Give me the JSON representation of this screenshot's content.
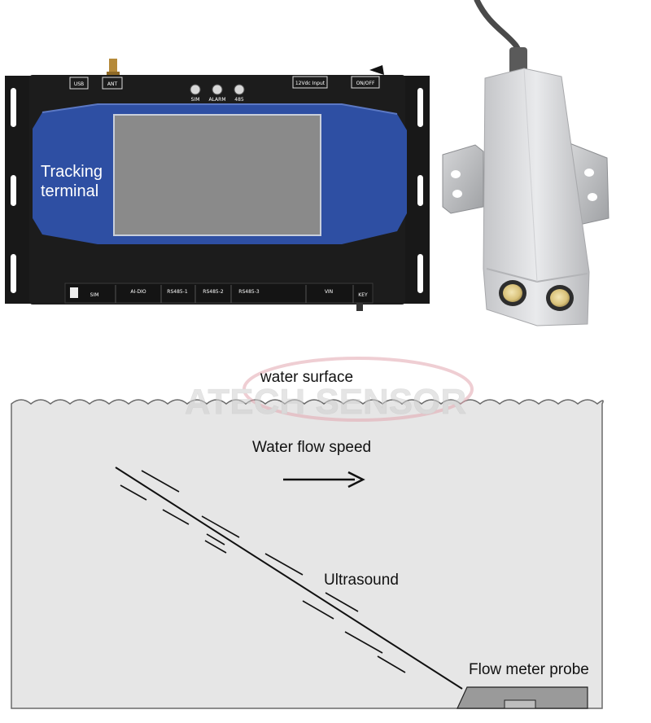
{
  "terminal": {
    "label_line1": "Tracking",
    "label_line2": "terminal",
    "top_ports": [
      "USB",
      "ANT",
      "SIM",
      "ALARM",
      "485",
      "12Vdc Input",
      "ON/OFF"
    ],
    "bottom_ports": [
      "SIM",
      "AI-DIO",
      "RS485-1",
      "RS485-2",
      "RS485-3",
      "VIN",
      "KEY"
    ]
  },
  "diagram": {
    "water_surface_label": "water surface",
    "flow_speed_label": "Water flow speed",
    "ultrasound_label": "Ultrasound",
    "probe_label": "Flow meter probe",
    "watermark": "ATECH SENSOR"
  },
  "colors": {
    "water": "#e6e6e6",
    "terminal_body": "#1c1c1c",
    "terminal_panel": "#2e4fa3",
    "screen": "#8a8a8a",
    "probe": "#d9dadc",
    "watermark": "#e3a7b0"
  }
}
